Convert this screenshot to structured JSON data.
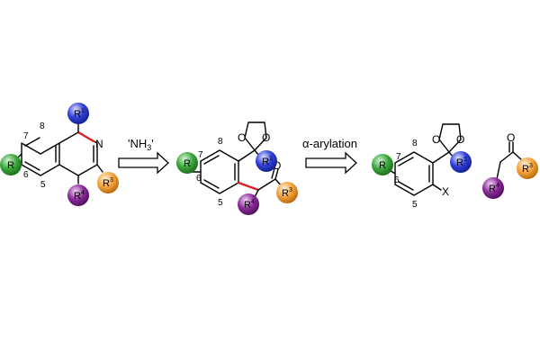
{
  "colors": {
    "green": "#3aa63a",
    "blue": "#2f3fd8",
    "orange": "#f5a23a",
    "purple": "#8a2a9a",
    "new_bond": "#e02020"
  },
  "arrows": {
    "step1_label": "'NH",
    "step1_sub": "3",
    "step1_tail": "'",
    "step2_greek": "α",
    "step2_rest": "-arylation"
  },
  "atoms": {
    "nitrogen": "N",
    "oxygen": "O",
    "halogen": "X"
  },
  "r_groups": {
    "letter": "R",
    "sup1": "1",
    "sup3": "3",
    "sup4": "4"
  },
  "positions": {
    "p5": "5",
    "p6": "6",
    "p7": "7",
    "p8": "8"
  }
}
